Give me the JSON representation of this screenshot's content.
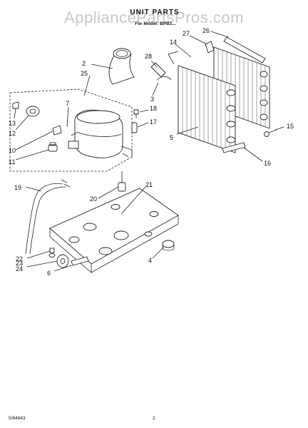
{
  "header": {
    "watermark": "AppliancePartsPros.com",
    "title": "UNIT PARTS",
    "subtitle": "For Model: BPB1..."
  },
  "callouts": [
    {
      "id": "c2",
      "text": "2"
    },
    {
      "id": "c25",
      "text": "25"
    },
    {
      "id": "c28",
      "text": "28"
    },
    {
      "id": "c3",
      "text": "3"
    },
    {
      "id": "c27",
      "text": "27"
    },
    {
      "id": "c26",
      "text": "26"
    },
    {
      "id": "c14",
      "text": "14"
    },
    {
      "id": "c7",
      "text": "7"
    },
    {
      "id": "c13",
      "text": "13"
    },
    {
      "id": "c12",
      "text": "12"
    },
    {
      "id": "c10",
      "text": "10"
    },
    {
      "id": "c11",
      "text": "11"
    },
    {
      "id": "c18",
      "text": "18"
    },
    {
      "id": "c17",
      "text": "17"
    },
    {
      "id": "c5",
      "text": "5"
    },
    {
      "id": "c15",
      "text": "15"
    },
    {
      "id": "c16",
      "text": "16"
    },
    {
      "id": "c19",
      "text": "19"
    },
    {
      "id": "c20",
      "text": "20"
    },
    {
      "id": "c21",
      "text": "21"
    },
    {
      "id": "c22",
      "text": "22"
    },
    {
      "id": "c23",
      "text": "23"
    },
    {
      "id": "c24",
      "text": "24"
    },
    {
      "id": "c6",
      "text": "6"
    },
    {
      "id": "c4",
      "text": "4"
    }
  ],
  "footer": {
    "code": "5/84643",
    "page": "2"
  }
}
